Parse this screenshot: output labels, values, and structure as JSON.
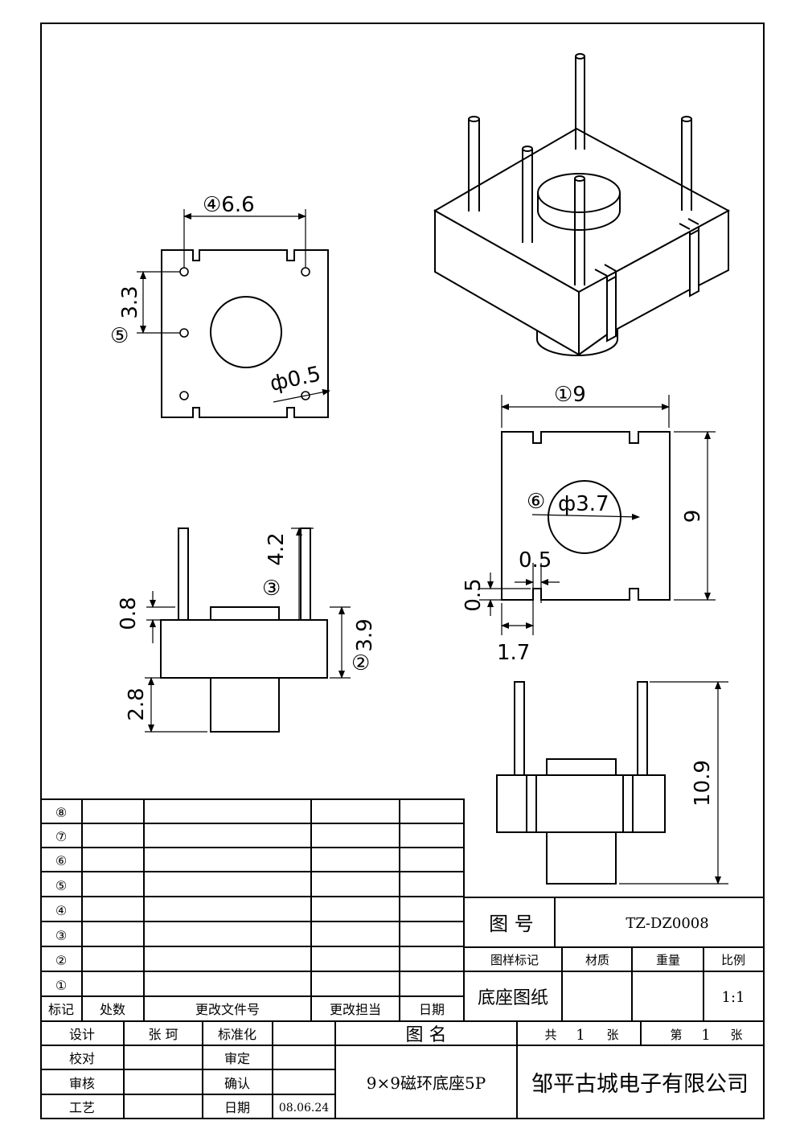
{
  "views": {
    "top": {
      "dim_pin_spacing": "④6.6",
      "dim_side_spacing": "3.3",
      "dim_side_marker": "⑤",
      "dim_pin_dia": "ф0.5"
    },
    "base": {
      "dim_width": "①9",
      "dim_height": "9",
      "dim_hole_marker": "⑥",
      "dim_hole_dia": "ф3.7",
      "dim_slot_width": "0.5",
      "dim_slot_depth": "0.5",
      "dim_slot_offset": "1.7"
    },
    "front": {
      "dim_pin_length": "4.2",
      "dim_pin_marker": "③",
      "dim_pin_stub": "0.8",
      "dim_body_height": "3.9",
      "dim_body_marker": "②",
      "dim_boss_height": "2.8"
    },
    "side": {
      "dim_total_height": "10.9"
    }
  },
  "revision_table": {
    "row_markers": [
      "⑧",
      "⑦",
      "⑥",
      "⑤",
      "④",
      "③",
      "②",
      "①"
    ],
    "headers": [
      "标记",
      "处数",
      "更改文件号",
      "更改担当",
      "日期"
    ]
  },
  "title_block": {
    "drawing_no_label": "图 号",
    "drawing_no": "TZ-DZ0008",
    "sample_mark_label": "图样标记",
    "material_label": "材质",
    "weight_label": "重量",
    "scale_label": "比例",
    "sample_mark_value": "底座图纸",
    "scale_value": "1:1",
    "design_label": "设计",
    "designer": "张 珂",
    "standardize_label": "标准化",
    "drawing_name_label": "图 名",
    "total_label": "共",
    "total_count": "1",
    "sheet_unit_1": "张",
    "sheet_label": "第",
    "sheet_no": "1",
    "sheet_unit_2": "张",
    "check_label": "校对",
    "approve_label": "审定",
    "review_label": "审核",
    "confirm_label": "确认",
    "process_label": "工艺",
    "date_label": "日期",
    "date_value": "08.06.24",
    "drawing_name": "9×9磁环底座5P",
    "company": "邹平古城电子有限公司"
  }
}
